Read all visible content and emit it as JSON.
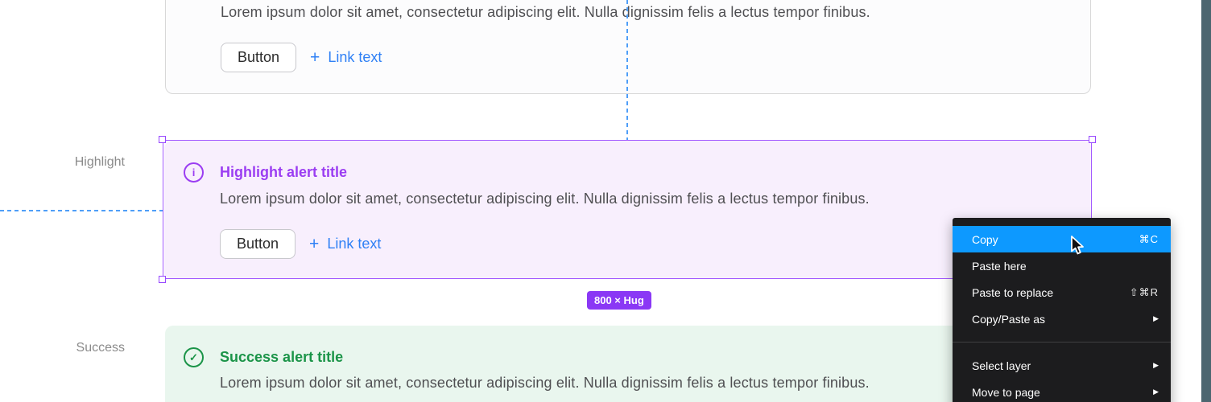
{
  "canvas": {
    "lorem": "Lorem ipsum dolor sit amet, consectetur adipiscing elit. Nulla dignissim felis a lectus tempor finibus.",
    "side_labels": {
      "highlight": "Highlight",
      "success": "Success"
    },
    "alerts": {
      "default": {
        "button_label": "Button",
        "plus_glyph": "+",
        "link_label": "Link text"
      },
      "highlight": {
        "icon_glyph": "i",
        "title": "Highlight alert title",
        "button_label": "Button",
        "plus_glyph": "+",
        "link_label": "Link text"
      },
      "success": {
        "icon_glyph": "✓",
        "title": "Success alert title"
      }
    },
    "size_badge": "800 × Hug",
    "colors": {
      "selection_purple": "#a259ff",
      "badge_purple": "#8a38f5",
      "highlight_purple": "#9b3df2",
      "success_green": "#1b9448",
      "link_blue": "#2f80f5",
      "guide_blue": "#4f9ef8",
      "menu_highlight_blue": "#0d99ff",
      "menu_bg": "#1c1c1e",
      "panel_teal": "#4c6670"
    }
  },
  "context_menu": {
    "submenu_arrow": "▶",
    "items": [
      {
        "label": "Copy",
        "shortcut": "⌘C"
      },
      {
        "label": "Paste here",
        "shortcut": ""
      },
      {
        "label": "Paste to replace",
        "shortcut": "⇧⌘R"
      },
      {
        "label": "Copy/Paste as"
      },
      {
        "label": "Select layer"
      },
      {
        "label": "Move to page"
      }
    ]
  }
}
